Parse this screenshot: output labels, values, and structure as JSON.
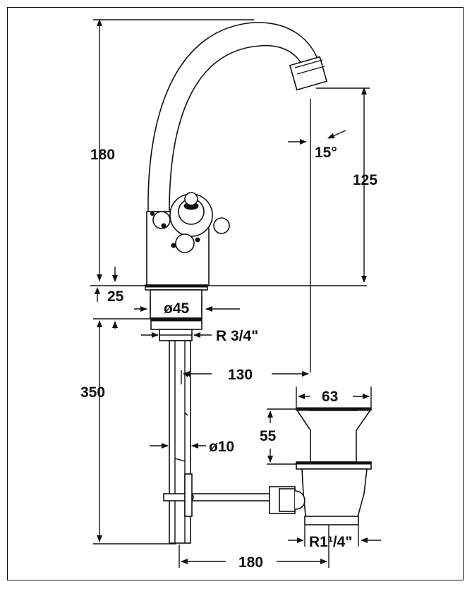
{
  "dimensions": {
    "total_height_upper": "180",
    "spout_height": "125",
    "spout_angle": "15°",
    "base_thickness": "25",
    "base_diameter": "ø45",
    "thread_top": "R 3/4\"",
    "spout_reach": "130",
    "total_height_lower": "350",
    "drain_diameter": "63",
    "drain_height": "55",
    "rod_diameter": "ø10",
    "thread_bottom": "R1¹/4\"",
    "rod_length": "180"
  },
  "colors": {
    "ink": "#111111",
    "paper": "#ffffff"
  }
}
